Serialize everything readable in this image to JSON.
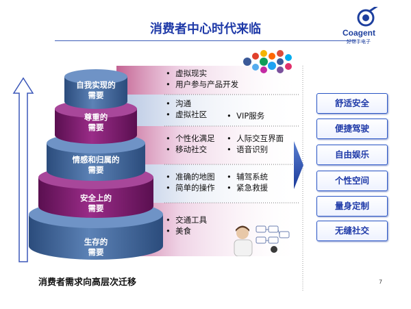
{
  "slide": {
    "title": "消费者中心时代来临",
    "logo_name": "Coagent",
    "logo_sub": "好帮手电子",
    "footer": "消费者需求向高层次迁移",
    "page_number": "7"
  },
  "tiers": [
    {
      "label_lines": [
        "自我实现的",
        "需要"
      ],
      "fill": "#3f6597",
      "bullets": [
        [
          "虚拟现实"
        ],
        [
          "用户参与产品开发"
        ]
      ]
    },
    {
      "label_lines": [
        "尊重的",
        "需要"
      ],
      "fill": "#7e1c6e",
      "bullets": [
        [
          "沟通"
        ],
        [
          "虚拟社区",
          "VIP服务"
        ]
      ]
    },
    {
      "label_lines": [
        "情感和归属的",
        "需要"
      ],
      "fill": "#3f6597",
      "bullets": [
        [
          "个性化满足",
          "人际交互界面"
        ],
        [
          "移动社交",
          "语音识别"
        ]
      ]
    },
    {
      "label_lines": [
        "安全上的",
        "需要"
      ],
      "fill": "#7e1c6e",
      "bullets": [
        [
          "准确的地图",
          "辅驾系统"
        ],
        [
          "简单的操作",
          "紧急救援"
        ]
      ]
    },
    {
      "label_lines": [
        "生存的",
        "需要"
      ],
      "fill": "#3f6597",
      "bullets": [
        [
          "交通工具"
        ],
        [
          "美食"
        ]
      ]
    }
  ],
  "benefits": [
    "舒适安全",
    "便捷驾驶",
    "自由娱乐",
    "个性空间",
    "量身定制",
    "无缝社交"
  ],
  "colors": {
    "title_blue": "#1f3aa8",
    "blue_tier": "#3f6597",
    "purple_tier": "#7e1c6e",
    "benefit_border": "#2a56c6"
  }
}
